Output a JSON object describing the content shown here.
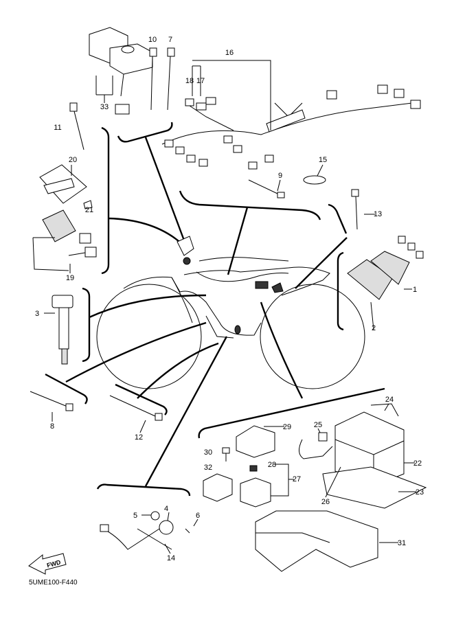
{
  "diagram_code": "5UME100-F440",
  "fwd_label": "FWD",
  "part_labels": {
    "p1": "1",
    "p2": "2",
    "p3": "3",
    "p4": "4",
    "p5": "5",
    "p6": "6",
    "p7": "7",
    "p8": "8",
    "p9": "9",
    "p10": "10",
    "p11": "11",
    "p12": "12",
    "p13": "13",
    "p14": "14",
    "p15": "15",
    "p16": "16",
    "p17": "17",
    "p18": "18",
    "p19": "19",
    "p20": "20",
    "p21": "21",
    "p22": "22",
    "p23": "23",
    "p24": "24",
    "p25": "25",
    "p26": "26",
    "p27": "27",
    "p28": "28",
    "p29": "29",
    "p30": "30",
    "p31": "31",
    "p32": "32",
    "p33": "33"
  }
}
